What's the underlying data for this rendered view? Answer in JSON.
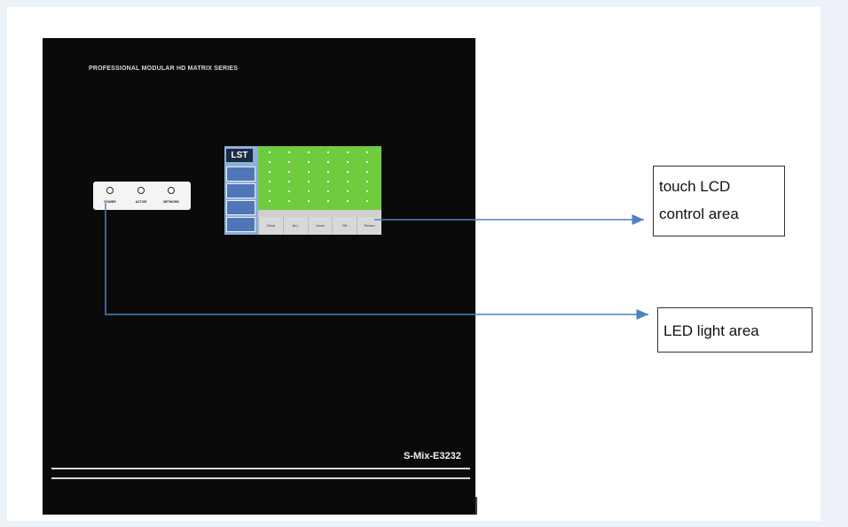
{
  "device": {
    "series_title": "PROFESSIONAL MODULAR HD MATRIX SERIES",
    "model": "S-Mix-E3232",
    "leds": [
      "POWER",
      "ACTIVE",
      "NETWORK"
    ],
    "lcd": {
      "logo": "LST",
      "buttons": [
        "Clear",
        "ALL",
        "Undo",
        "OK",
        "Return"
      ]
    }
  },
  "callouts": {
    "lcd": [
      "touch LCD",
      "control area"
    ],
    "led": "LED light area"
  },
  "colors": {
    "device": "#0a0a0a",
    "lcd_grid": "#6fcc3f",
    "lcd_side": "#8fb0d6",
    "arrow": "#4f81bd",
    "background": "#edf1f8"
  }
}
